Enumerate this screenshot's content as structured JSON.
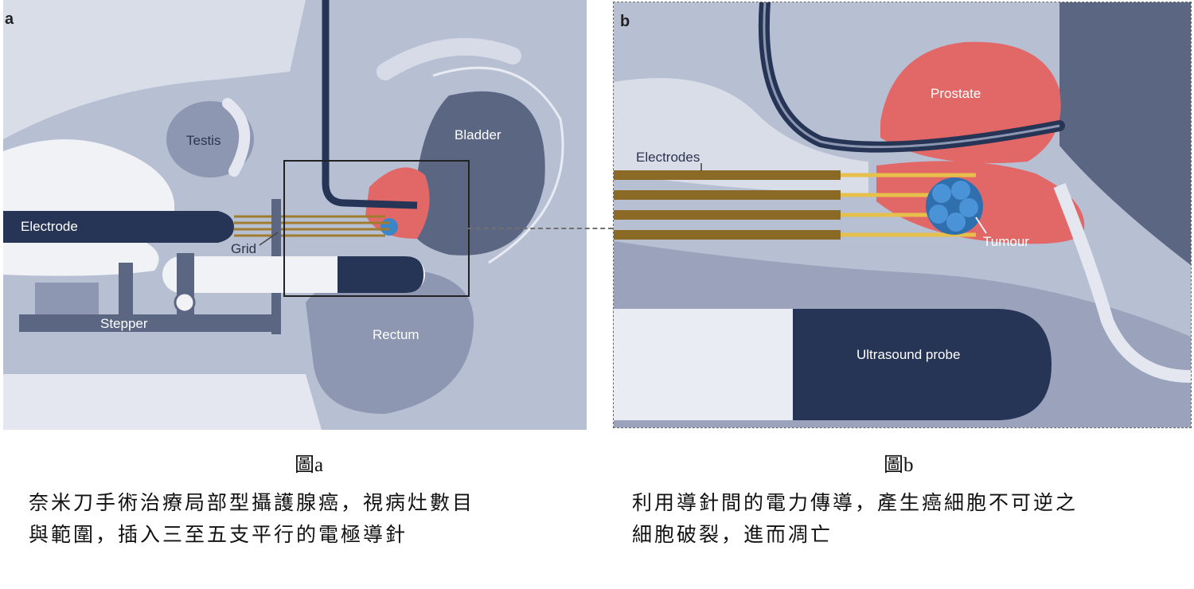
{
  "panel_a": {
    "letter": "a",
    "labels": {
      "testis": "Testis",
      "bladder": "Bladder",
      "electrode": "Electrode",
      "grid": "Grid",
      "stepper": "Stepper",
      "rectum": "Rectum"
    },
    "caption_title": "圖a",
    "caption_lines": [
      "奈米刀手術治療局部型攝護腺癌，視病灶數目",
      "與範圍，插入三至五支平行的電極導針"
    ]
  },
  "panel_b": {
    "letter": "b",
    "labels": {
      "prostate": "Prostate",
      "electrodes": "Electrodes",
      "tumour": "Tumour",
      "ultrasound_probe": "Ultrasound probe"
    },
    "caption_title": "圖b",
    "caption_lines": [
      "利用導針間的電力傳導，產生癌細胞不可逆之",
      "細胞破裂，進而凋亡"
    ]
  },
  "colors": {
    "background_tissue": "#b7bfd3",
    "mid_tissue": "#8d97b2",
    "dark_tissue": "#5b6683",
    "prostate": "#e26868",
    "tumour": "#3b85c9",
    "navy": "#263455",
    "electrode_gold": "#a07c2e"
  }
}
